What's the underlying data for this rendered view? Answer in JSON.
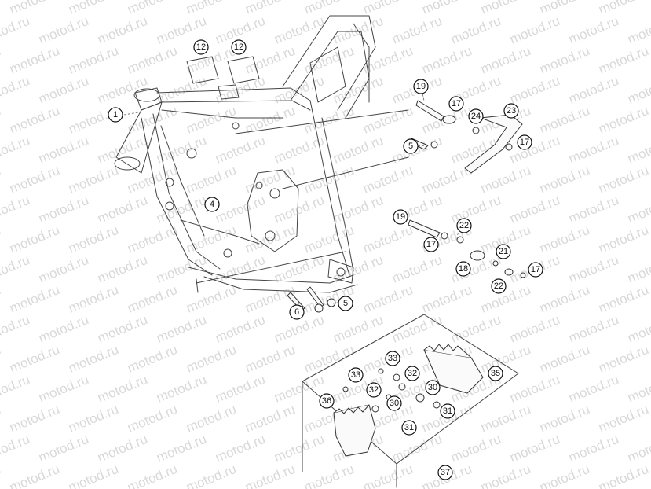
{
  "watermark": {
    "text": "motod.ru"
  },
  "callouts": [
    {
      "id": "c1",
      "label": "1"
    },
    {
      "id": "c12a",
      "label": "12"
    },
    {
      "id": "c12b",
      "label": "12"
    },
    {
      "id": "c4",
      "label": "4"
    },
    {
      "id": "c6",
      "label": "6"
    },
    {
      "id": "c5a",
      "label": "5"
    },
    {
      "id": "c5b",
      "label": "5"
    },
    {
      "id": "c19a",
      "label": "19"
    },
    {
      "id": "c17a",
      "label": "17"
    },
    {
      "id": "c24",
      "label": "24"
    },
    {
      "id": "c23",
      "label": "23"
    },
    {
      "id": "c17b",
      "label": "17"
    },
    {
      "id": "c19b",
      "label": "19"
    },
    {
      "id": "c22a",
      "label": "22"
    },
    {
      "id": "c17c",
      "label": "17"
    },
    {
      "id": "c21",
      "label": "21"
    },
    {
      "id": "c18",
      "label": "18"
    },
    {
      "id": "c17d",
      "label": "17"
    },
    {
      "id": "c22b",
      "label": "22"
    },
    {
      "id": "c33a",
      "label": "33"
    },
    {
      "id": "c32a",
      "label": "32"
    },
    {
      "id": "c35",
      "label": "35"
    },
    {
      "id": "c33b",
      "label": "33"
    },
    {
      "id": "c32b",
      "label": "32"
    },
    {
      "id": "c30a",
      "label": "30"
    },
    {
      "id": "c36",
      "label": "36"
    },
    {
      "id": "c30b",
      "label": "30"
    },
    {
      "id": "c31a",
      "label": "31"
    },
    {
      "id": "c31b",
      "label": "31"
    },
    {
      "id": "c37",
      "label": "37"
    }
  ]
}
